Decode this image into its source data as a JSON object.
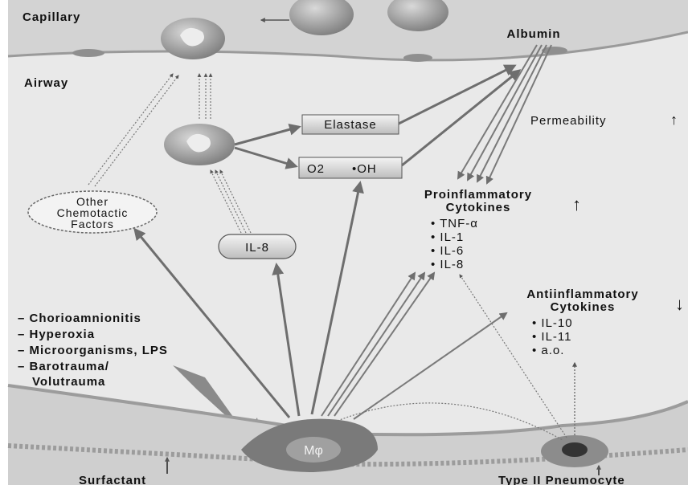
{
  "labels": {
    "capillary": "Capillary",
    "airway": "Airway",
    "albumin": "Albumin",
    "elastase": "Elastase",
    "oxygen_radical": "O2",
    "hydroxyl_radical": "•OH",
    "permeability": "Permeability",
    "other_factors": [
      "Other",
      "Chemotactic",
      "Factors"
    ],
    "il8_box": "IL-8",
    "macrophage": "Mφ",
    "surfactant": "Surfactant",
    "type2": "Type II Pneumocyte"
  },
  "arrows": {
    "up": "↑",
    "down": "↓"
  },
  "proinflammatory": {
    "title": [
      "Proinflammatory",
      "Cytokines"
    ],
    "items": [
      "• TNF-α",
      "• IL-1",
      "• IL-6",
      "• IL-8"
    ]
  },
  "antiinflammatory": {
    "title": [
      "Antiinflammatory",
      "Cytokines"
    ],
    "items": [
      "• IL-10",
      "• IL-11",
      "• a.o."
    ]
  },
  "triggers": [
    "– Chorioamnionitis",
    "– Hyperoxia",
    "– Microorganisms, LPS",
    "– Barotrauma/",
    "Volutrauma"
  ],
  "colors": {
    "background": "#ececec",
    "arrow": "#6e6e6e",
    "cell": "#8f8f8f",
    "membrane": "#c7c7c7"
  }
}
